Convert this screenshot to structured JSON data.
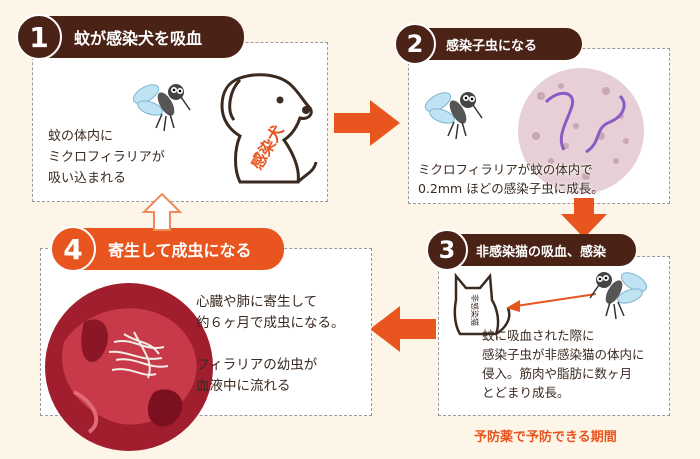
{
  "colors": {
    "background": "#fdf6e8",
    "dark_brown": "#4a2216",
    "orange": "#e9551f",
    "outline_orange": "#f08a5d",
    "note_red": "#e9551f"
  },
  "steps": [
    {
      "number": "1",
      "title": "蚊が感染犬を吸血",
      "text": "蚊の体内に\nミクロフィラリアが\n吸い込まれる",
      "figure_label": "感染犬"
    },
    {
      "number": "2",
      "title": "感染子虫になる",
      "text": "ミクロフィラリアが蚊の体内で\n0.2mm ほどの感染子虫に成長。"
    },
    {
      "number": "3",
      "title": "非感染猫の吸血、感染",
      "text": "蚊に吸血された際に\n感染子虫が非感染猫の体内に\n侵入。筋肉や脂肪に数ヶ月\nとどまり成長。",
      "figure_label": "非感染猫"
    },
    {
      "number": "4",
      "title": "寄生して成虫になる",
      "text": "心臓や肺に寄生して\n約６ヶ月で成虫になる。\n\nフィラリアの幼虫が\n血液中に流れる"
    }
  ],
  "prevention_note": "予防薬で予防できる期間",
  "icons": [
    "mosquito-icon",
    "dog-icon",
    "cat-icon",
    "arrow-right-icon",
    "arrow-down-icon",
    "arrow-left-icon",
    "arrow-up-outline-icon"
  ]
}
